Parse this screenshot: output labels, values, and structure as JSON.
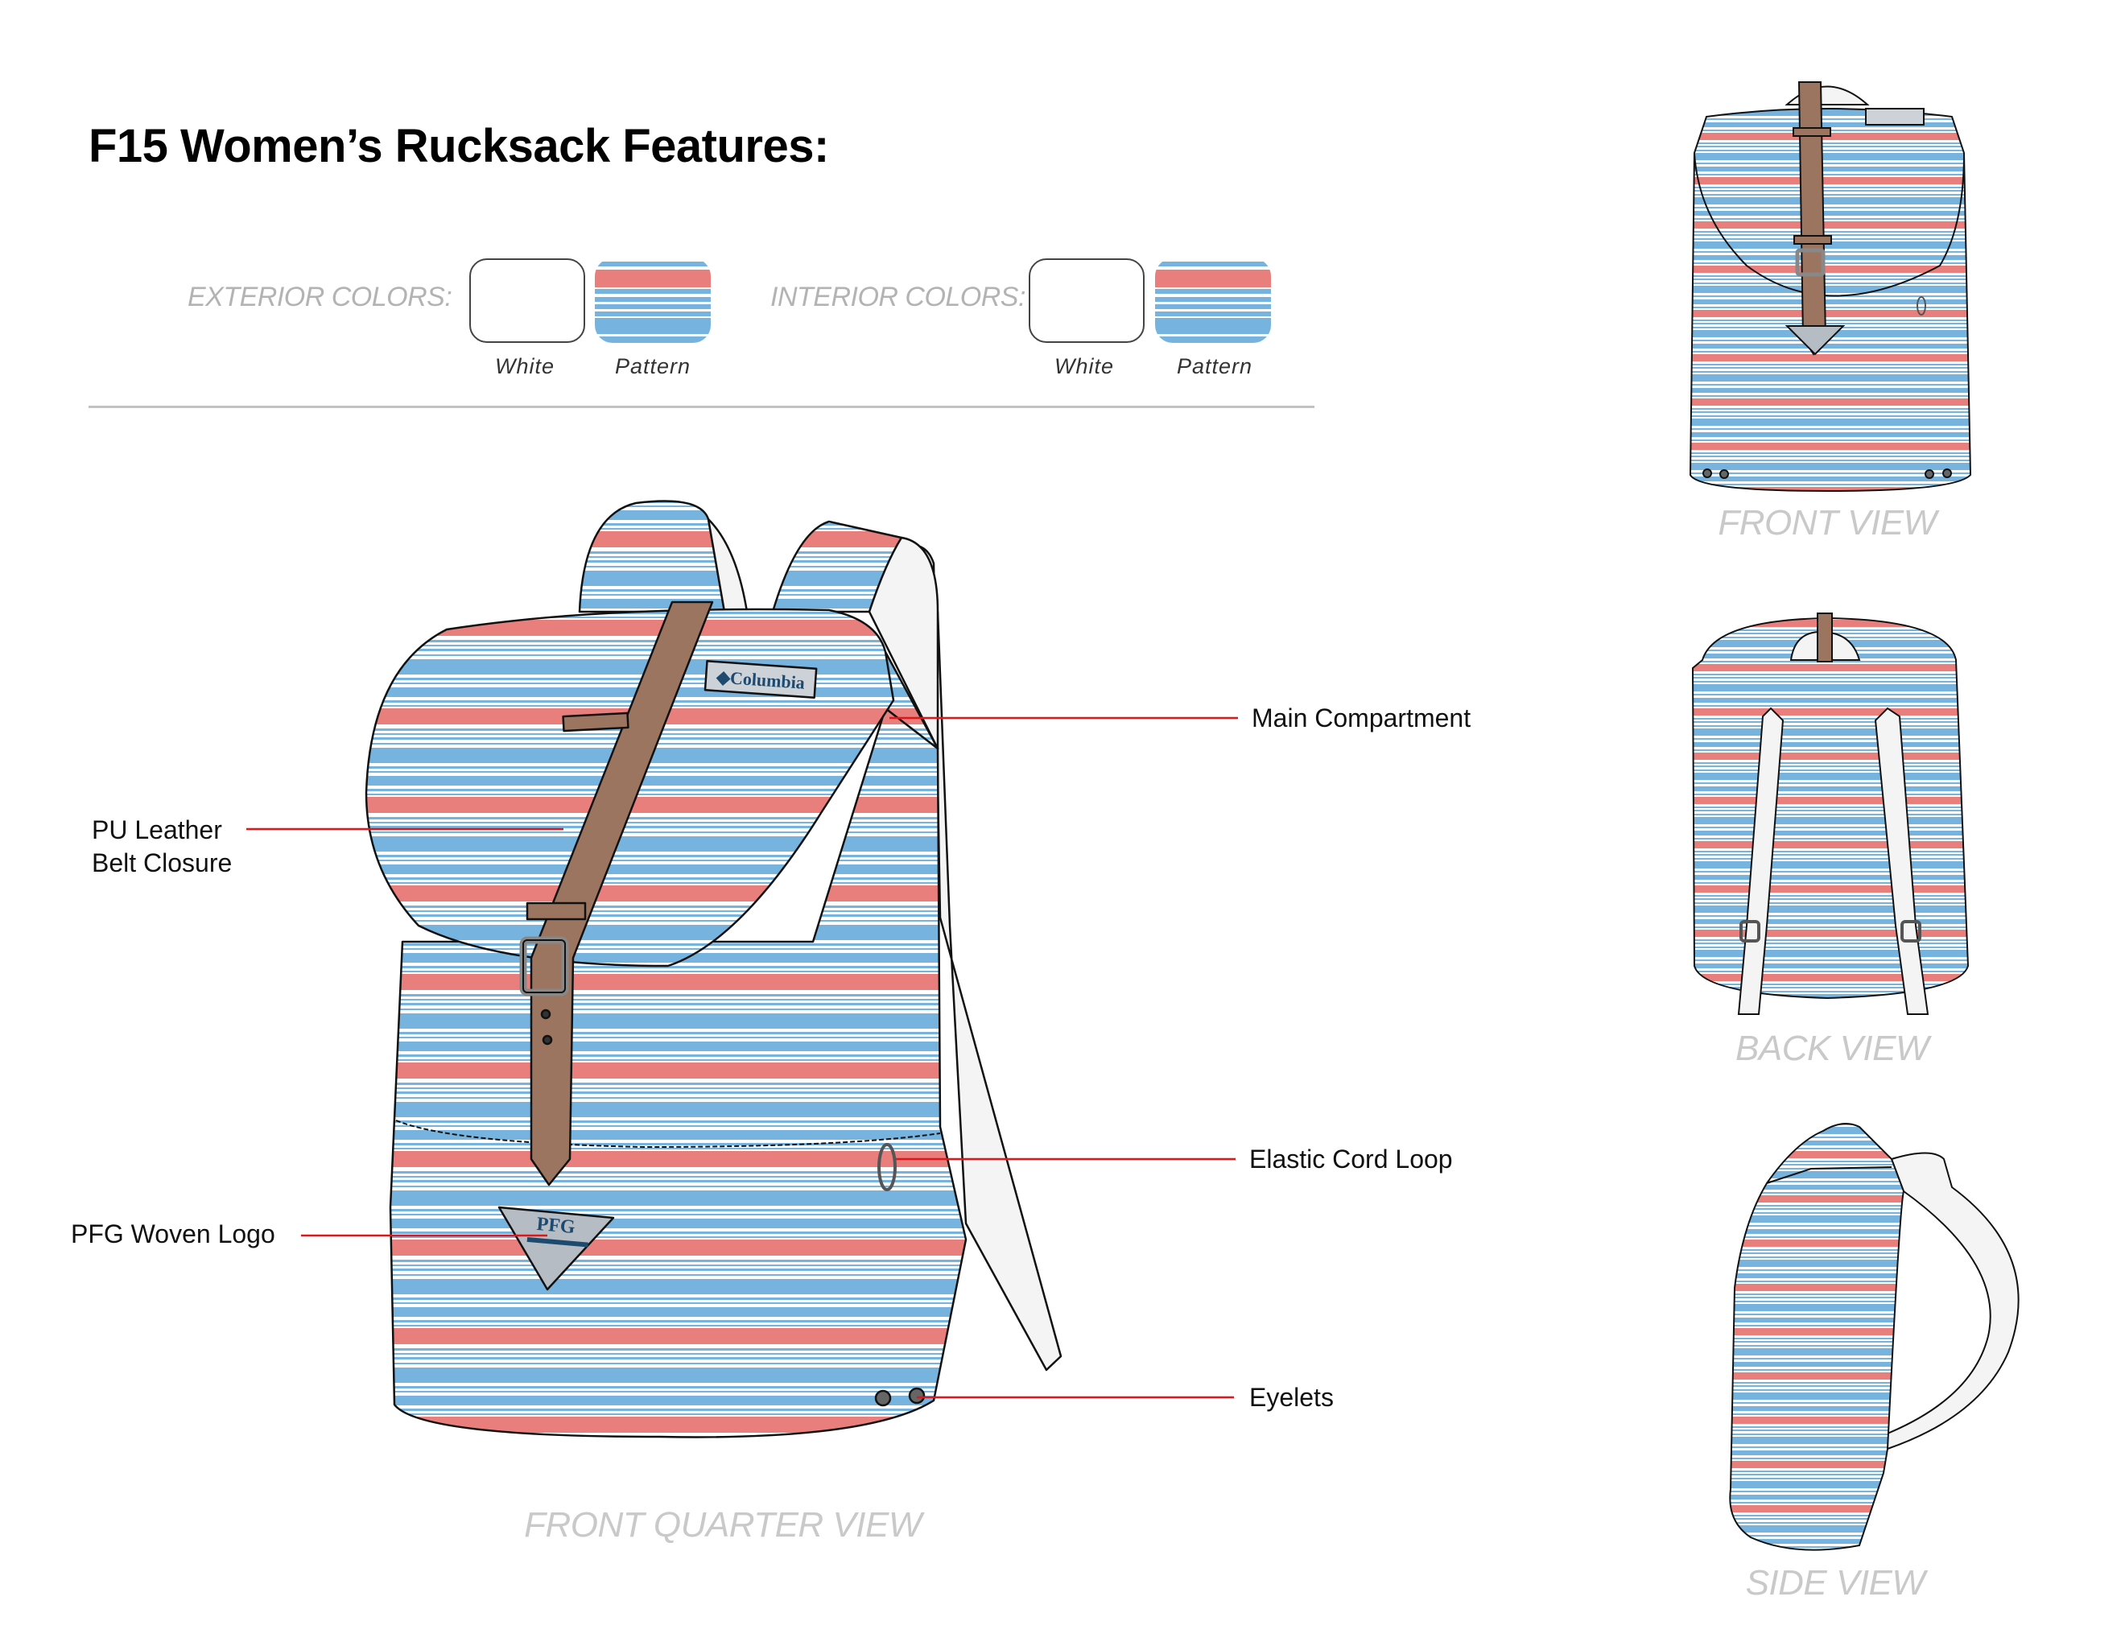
{
  "title": "F15 Women’s Rucksack Features:",
  "colors": {
    "exterior": {
      "label": "EXTERIOR COLORS:",
      "swatches": [
        {
          "name": "White",
          "hex": "#ffffff"
        },
        {
          "name": "Pattern",
          "stripes": [
            "#e97f7d",
            "#76b4df",
            "#ffffff"
          ]
        }
      ]
    },
    "interior": {
      "label": "INTERIOR COLORS:",
      "swatches": [
        {
          "name": "White",
          "hex": "#ffffff"
        },
        {
          "name": "Pattern",
          "stripes": [
            "#e97f7d",
            "#76b4df",
            "#ffffff"
          ]
        }
      ]
    }
  },
  "callouts": {
    "main_compartment": "Main Compartment",
    "pu_leather_line1": "PU Leather",
    "pu_leather_line2": "Belt Closure",
    "elastic_cord_loop": "Elastic Cord Loop",
    "pfg_woven_logo": "PFG Woven Logo",
    "eyelets": "Eyelets",
    "line_color": "#e0161b"
  },
  "views": {
    "front_quarter": "FRONT QUARTER  VIEW",
    "front": "FRONT VIEW",
    "back": "BACK VIEW",
    "side": "SIDE VIEW"
  },
  "logos": {
    "columbia": "Columbia",
    "pfg": "PFG"
  },
  "palette": {
    "red": "#e97f7d",
    "blue": "#76b4df",
    "leather": "#9b7560",
    "label_gray": "#c9c9c9"
  }
}
